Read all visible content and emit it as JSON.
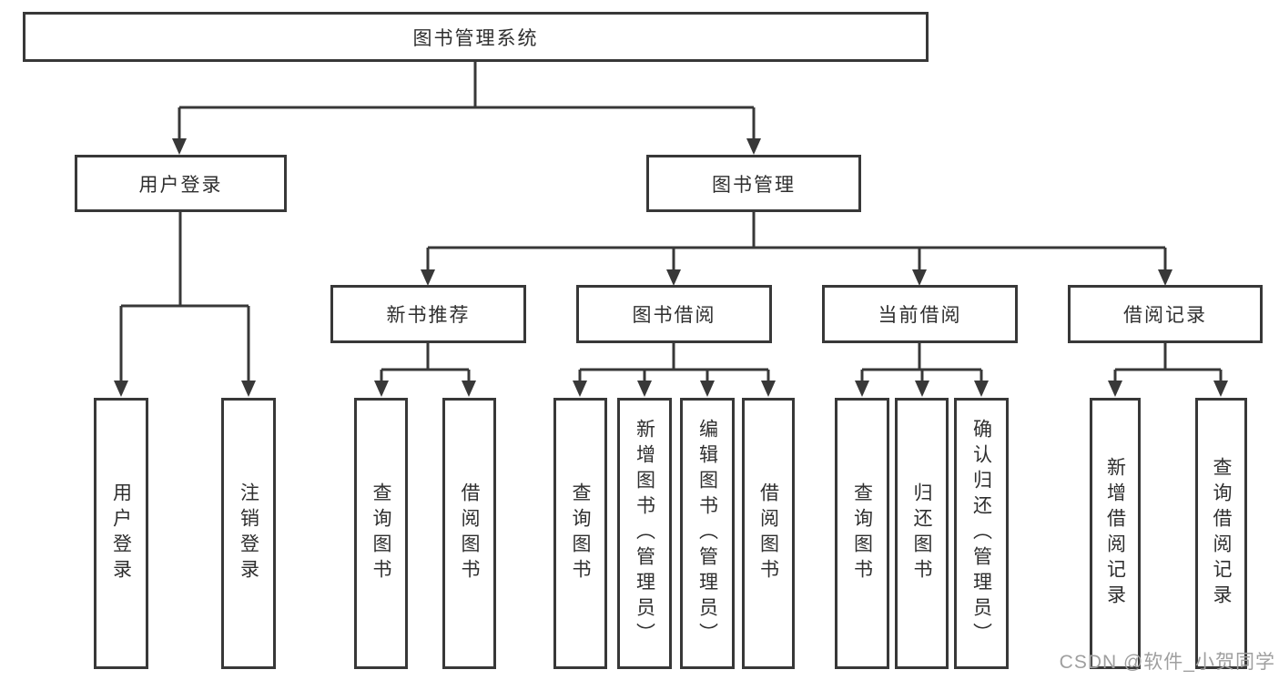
{
  "diagram": {
    "title_node": {
      "label": "图书管理系统"
    },
    "level2": [
      {
        "label": "用户登录"
      },
      {
        "label": "图书管理"
      }
    ],
    "level3": [
      {
        "label": "新书推荐"
      },
      {
        "label": "图书借阅"
      },
      {
        "label": "当前借阅"
      },
      {
        "label": "借阅记录"
      }
    ],
    "leaves": {
      "user_login": [
        "用户登录",
        "注销登录"
      ],
      "new_books": [
        "查询图书",
        "借阅图书"
      ],
      "borrowing": [
        "查询图书",
        "新增图书（管理员）",
        "编辑图书（管理员）",
        "借阅图书"
      ],
      "current": [
        "查询图书",
        "归还图书",
        "确认归还（管理员）"
      ],
      "records": [
        "新增借阅记录",
        "查询借阅记录"
      ]
    }
  },
  "watermark": "CSDN @软件_小贺同学",
  "colors": {
    "line": "#383838",
    "box_border": "#383838",
    "text": "#2f2f2f",
    "watermark": "#9f9f9f",
    "background": "#ffffff"
  }
}
